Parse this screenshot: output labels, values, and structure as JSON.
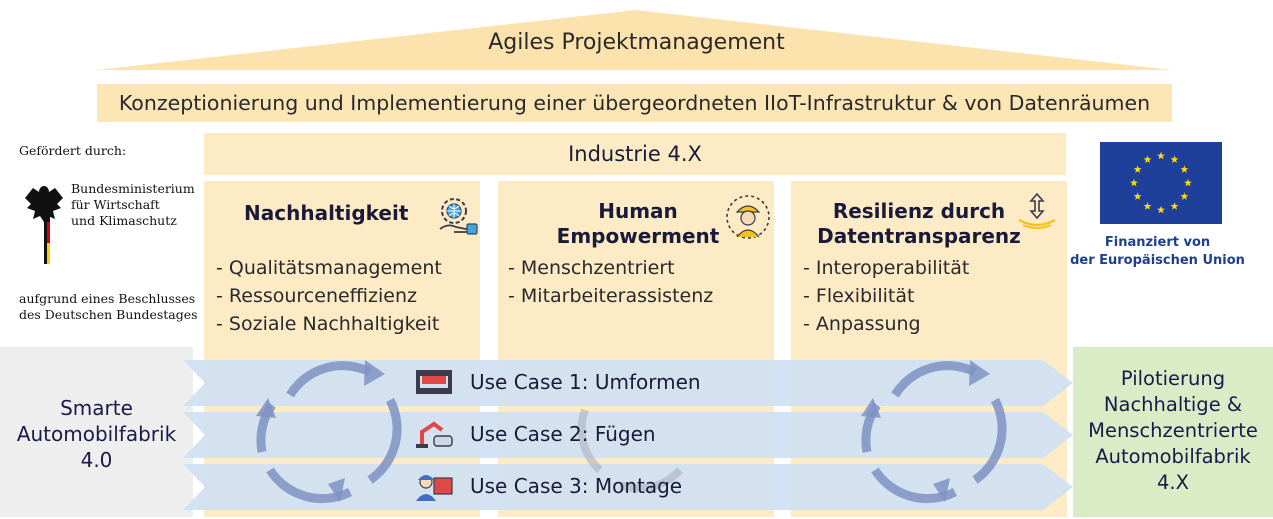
{
  "header": {
    "roof_title": "Agiles Projektmanagement",
    "banner": "Konzeptionierung und Implementierung einer übergeordneten IIoT-Infrastruktur & von Datenräumen",
    "industry": "Industrie 4.X"
  },
  "columns": [
    {
      "title_lines": [
        "Nachhaltigkeit"
      ],
      "items": [
        "Qualitätsmanagement",
        "Ressourceneffizienz",
        "Soziale Nachhaltigkeit"
      ],
      "icon": "globe-gear-hand-icon"
    },
    {
      "title_lines": [
        "Human",
        "Empowerment"
      ],
      "items": [
        "Menschzentriert",
        "Mitarbeiterassistenz"
      ],
      "icon": "worker-icon"
    },
    {
      "title_lines": [
        "Resilienz durch",
        "Datentransparenz"
      ],
      "items": [
        "Interoperabilität",
        "Flexibilität",
        "Anpassung"
      ],
      "icon": "resilience-arrows-icon"
    }
  ],
  "left_block": {
    "lines": [
      "Smarte",
      "Automobilfabrik",
      "4.0"
    ]
  },
  "right_block": {
    "lines": [
      "Pilotierung",
      "Nachhaltige &",
      "Menschzentrierte",
      "Automobilfabrik",
      "4.X"
    ]
  },
  "use_cases": [
    {
      "label": "Use Case 1: Umformen",
      "icon": "press-machine-icon"
    },
    {
      "label": "Use Case 2: Fügen",
      "icon": "welding-robot-icon"
    },
    {
      "label": "Use Case 3: Montage",
      "icon": "assembly-worker-icon"
    }
  ],
  "funding": {
    "bmwk_intro": "Gefördert durch:",
    "bmwk_lines": [
      "Bundesministerium",
      "für Wirtschaft",
      "und Klimaschutz"
    ],
    "bmwk_note_lines": [
      "aufgrund eines Beschlusses",
      "des Deutschen Bundestages"
    ],
    "eu_lines": [
      "Finanziert von",
      "der Europäischen Union"
    ]
  },
  "colors": {
    "roof": "#fce2ad",
    "pillar": "#fdebc6",
    "arrow_band": "#cfe0f2",
    "cycle_arrow": "#7f93c4",
    "left_block": "#eeeeee",
    "right_block": "#d9ecc6",
    "eu_flag": "#1e3f9a",
    "eu_star": "#ffdd00"
  }
}
